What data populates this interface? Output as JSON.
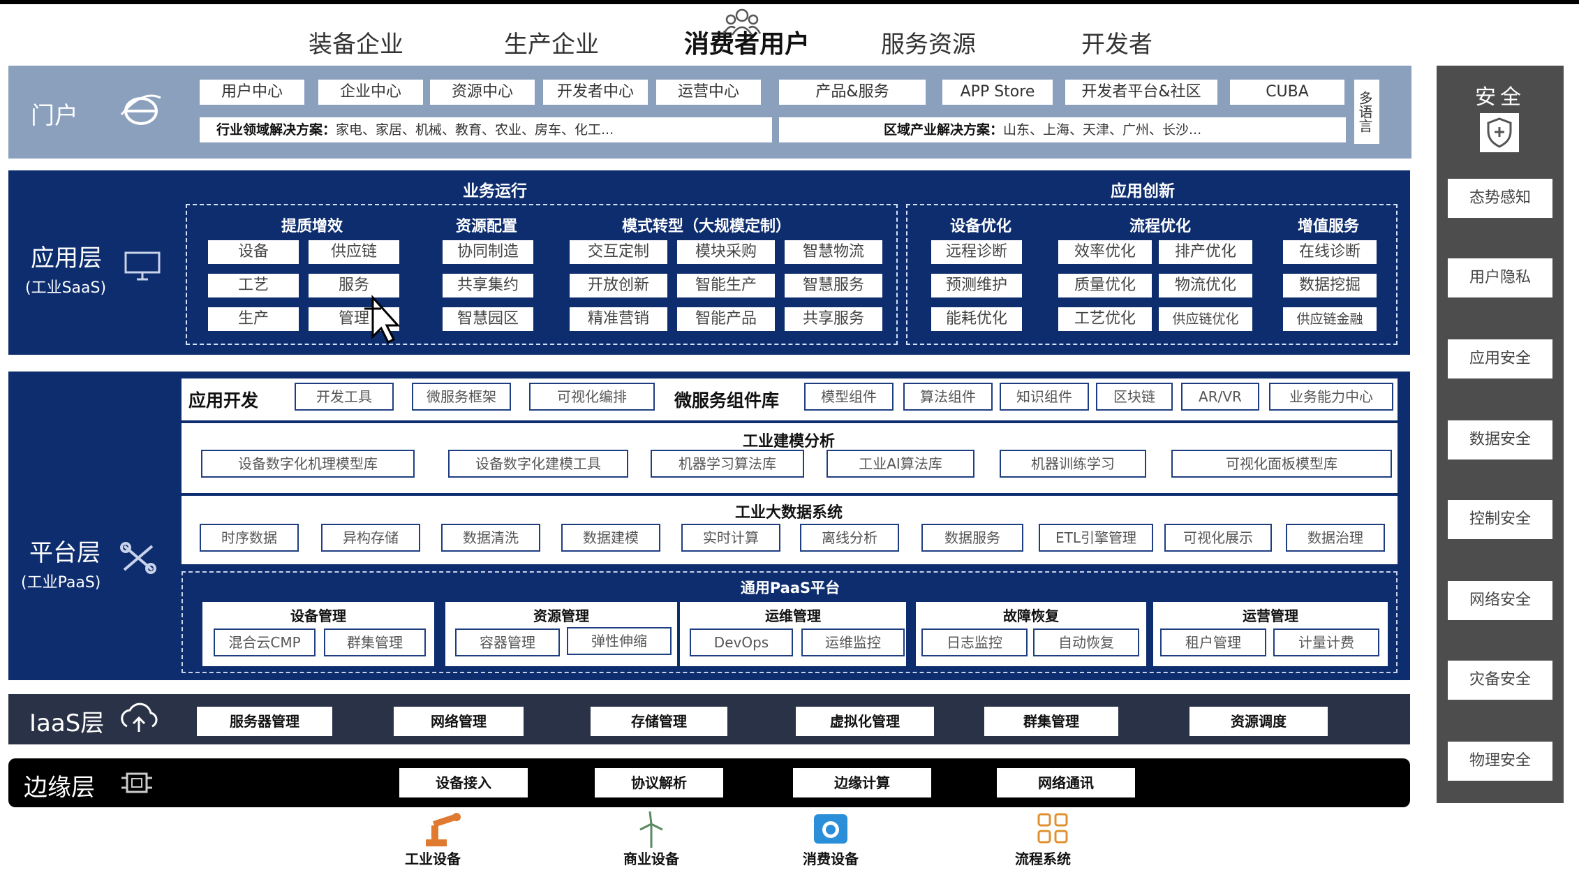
{
  "stakeholders": [
    "装备企业",
    "生产企业",
    "消费者用户",
    "服务资源",
    "开发者"
  ],
  "portal": {
    "label": "门户",
    "top_boxes": [
      "用户中心",
      "企业中心",
      "资源中心",
      "开发者中心",
      "运营中心",
      "产品&服务",
      "APP Store",
      "开发者平台&社区",
      "CUBA"
    ],
    "multilang": "多语言",
    "industry_title": "行业领域解决方案：",
    "industry_items": "家电、家居、机械、教育、农业、房车、化工...",
    "region_title": "区域产业解决方案：",
    "region_items": "山东、上海、天津、广州、长沙..."
  },
  "app_layer": {
    "label": "应用层",
    "sublabel": "(工业SaaS)",
    "section_run": "业务运行",
    "section_innov": "应用创新",
    "groups": [
      {
        "title": "提质增效",
        "items": [
          "设备",
          "供应链",
          "工艺",
          "服务",
          "生产",
          "管理"
        ]
      },
      {
        "title": "资源配置",
        "items": [
          "协同制造",
          "共享集约",
          "智慧园区"
        ]
      },
      {
        "title": "模式转型（大规模定制）",
        "items": [
          "交互定制",
          "模块采购",
          "智慧物流",
          "开放创新",
          "智能生产",
          "智慧服务",
          "精准营销",
          "智能产品",
          "共享服务"
        ]
      },
      {
        "title": "设备优化",
        "items": [
          "远程诊断",
          "预测维护",
          "能耗优化"
        ]
      },
      {
        "title": "流程优化",
        "items": [
          "效率优化",
          "排产优化",
          "质量优化",
          "物流优化",
          "工艺优化",
          "供应链优化"
        ]
      },
      {
        "title": "增值服务",
        "items": [
          "在线诊断",
          "数据挖掘",
          "供应链金融"
        ]
      }
    ]
  },
  "platform_layer": {
    "label": "平台层",
    "sublabel": "(工业PaaS)",
    "dev_title": "应用开发",
    "dev_items": [
      "开发工具",
      "微服务框架",
      "可视化编排"
    ],
    "micro_title": "微服务组件库",
    "micro_items": [
      "模型组件",
      "算法组件",
      "知识组件",
      "区块链",
      "AR/VR",
      "业务能力中心"
    ],
    "modeling_title": "工业建模分析",
    "modeling_items": [
      "设备数字化机理模型库",
      "设备数字化建模工具",
      "机器学习算法库",
      "工业AI算法库",
      "机器训练学习",
      "可视化面板模型库"
    ],
    "bigdata_title": "工业大数据系统",
    "bigdata_items": [
      "时序数据",
      "异构存储",
      "数据清洗",
      "数据建模",
      "实时计算",
      "离线分析",
      "数据服务",
      "ETL引擎管理",
      "可视化展示",
      "数据治理"
    ],
    "paas_title": "通用PaaS平台",
    "paas_groups": [
      {
        "title": "设备管理",
        "items": [
          "混合云CMP",
          "群集管理"
        ]
      },
      {
        "title": "资源管理",
        "items": [
          "容器管理",
          "弹性伸缩"
        ]
      },
      {
        "title": "运维管理",
        "items": [
          "DevOps",
          "运维监控"
        ]
      },
      {
        "title": "故障恢复",
        "items": [
          "日志监控",
          "自动恢复"
        ]
      },
      {
        "title": "运营管理",
        "items": [
          "租户管理",
          "计量计费"
        ]
      }
    ]
  },
  "iaas_layer": {
    "label": "IaaS层",
    "items": [
      "服务器管理",
      "网络管理",
      "存储管理",
      "虚拟化管理",
      "群集管理",
      "资源调度"
    ]
  },
  "edge_layer": {
    "label": "边缘层",
    "items": [
      "设备接入",
      "协议解析",
      "边缘计算",
      "网络通讯"
    ]
  },
  "devices": [
    "工业设备",
    "商业设备",
    "消费设备",
    "流程系统"
  ],
  "security": {
    "title": "安全",
    "items": [
      "态势感知",
      "用户隐私",
      "应用安全",
      "数据安全",
      "控制安全",
      "网络安全",
      "灾备安全",
      "物理安全"
    ]
  },
  "colors": {
    "dark_navy": "#0d2d6e",
    "portal_blue": "#8aa0bd",
    "iaas_gray": "#2a3247",
    "security_gray": "#4d4d4d",
    "device_orange": "#e07a30"
  }
}
